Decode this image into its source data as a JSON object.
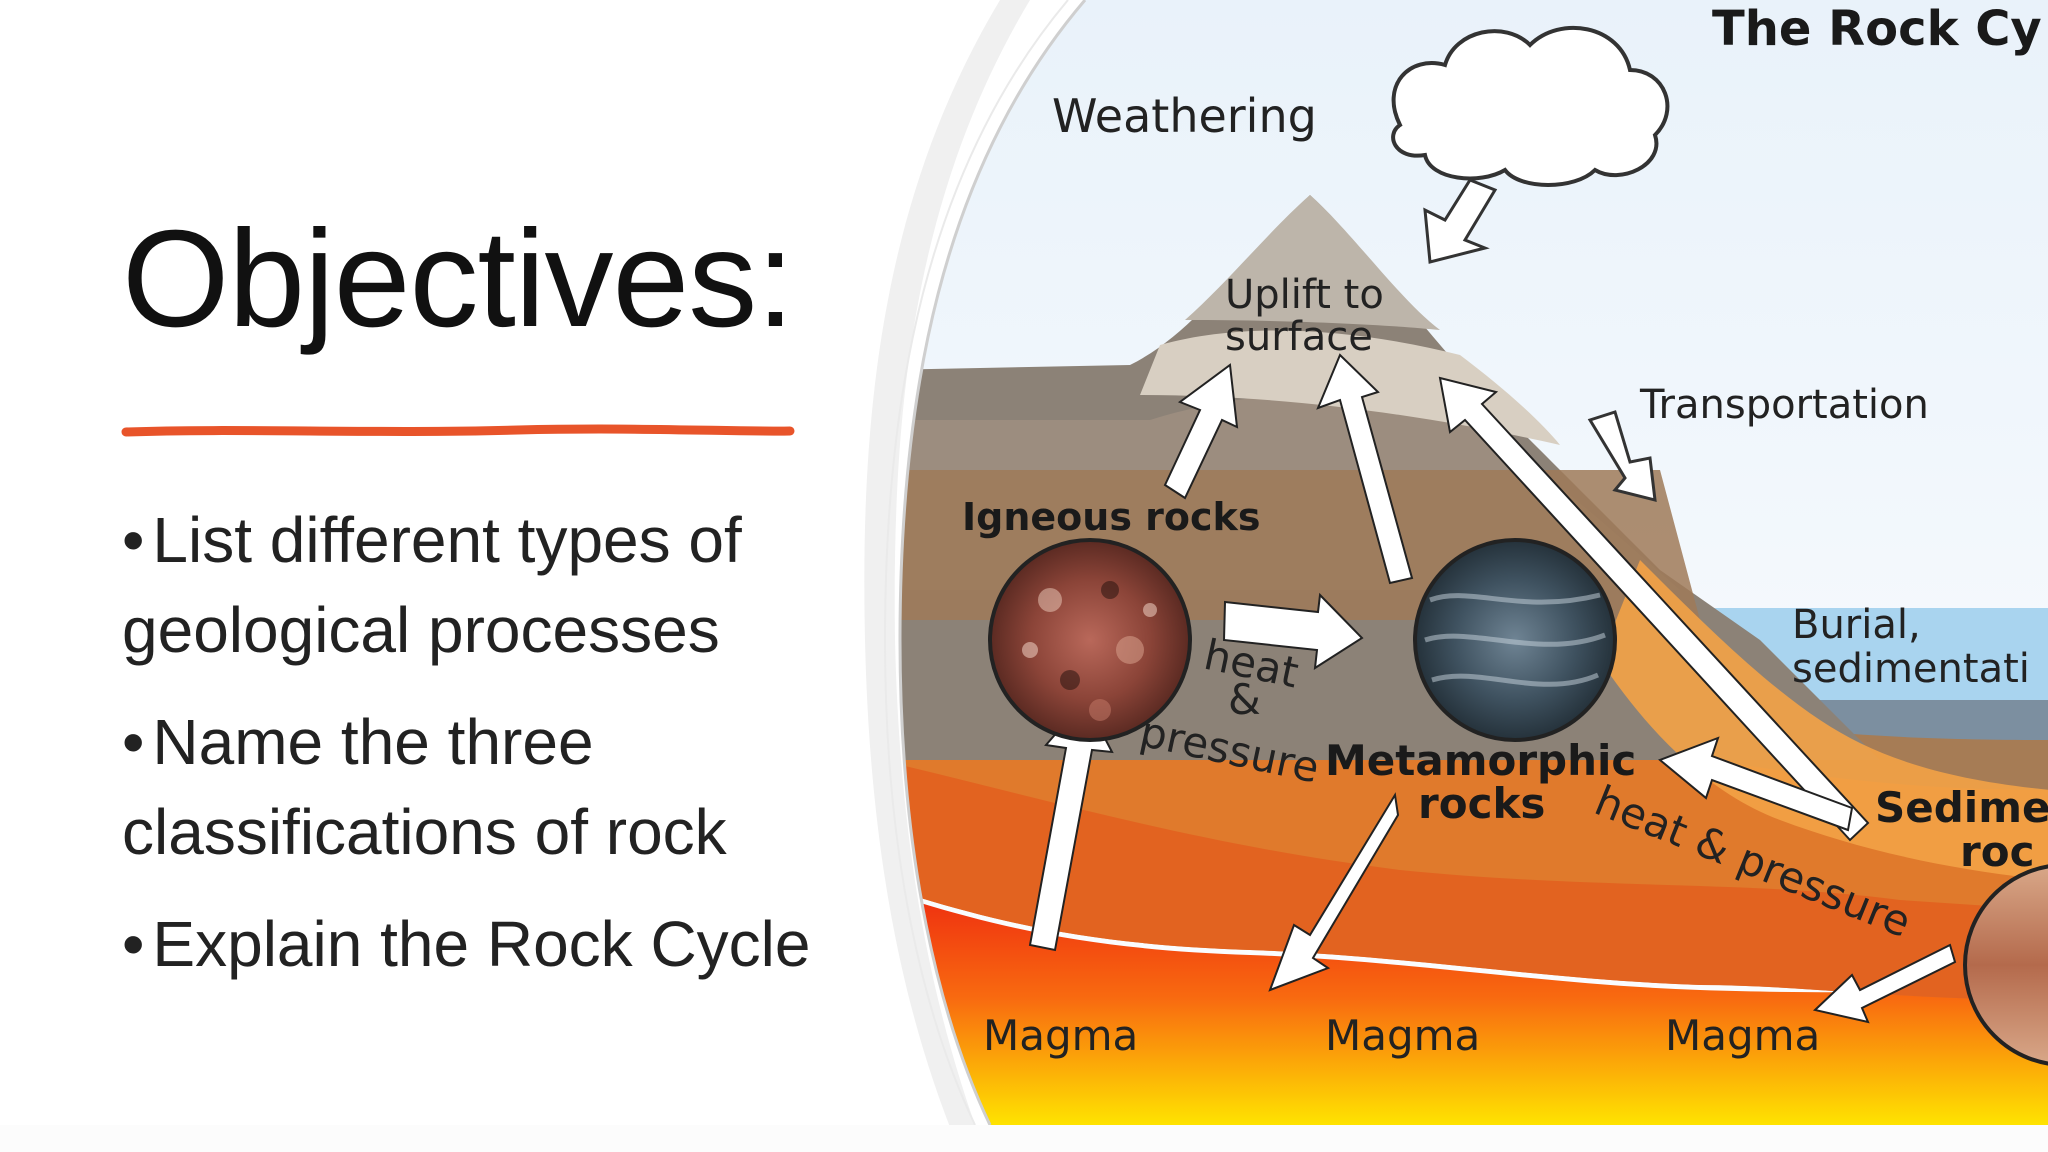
{
  "slide": {
    "title": "Objectives:",
    "accent_color": "#e8542a",
    "bullets": [
      {
        "text": "List different types of geological processes"
      },
      {
        "text": "Name the three classifications of rock"
      },
      {
        "text": "Explain the Rock Cycle"
      }
    ]
  },
  "diagram": {
    "title": "The Rock Cy",
    "labels": {
      "weathering": "Weathering",
      "uplift_line1": "Uplift to",
      "uplift_line2": "surface",
      "transportation": "Transportation",
      "igneous": "Igneous rocks",
      "heat_line1": "heat",
      "heat_line2": "&",
      "heat_line3": "pressure",
      "metamorphic_line1": "Metamorphic",
      "metamorphic_line2": "rocks",
      "heat_pressure": "heat & pressure",
      "burial_line1": "Burial,",
      "burial_line2": "sedimentati",
      "sedimentary_line1": "Sedime",
      "sedimentary_line2": "roc",
      "magma": [
        "Magma",
        "Magma",
        "Magma"
      ]
    },
    "colors": {
      "sky": "#dcebf7",
      "water": "#a9d4ef",
      "mountain_top": "#b5ada1",
      "rock_gray": "#8c8277",
      "brown": "#a67c55",
      "orange": "#dd8a3c",
      "red_orange": "#e2541d",
      "magma_red": "#ee2c10",
      "magma_yellow": "#ffe600"
    }
  }
}
